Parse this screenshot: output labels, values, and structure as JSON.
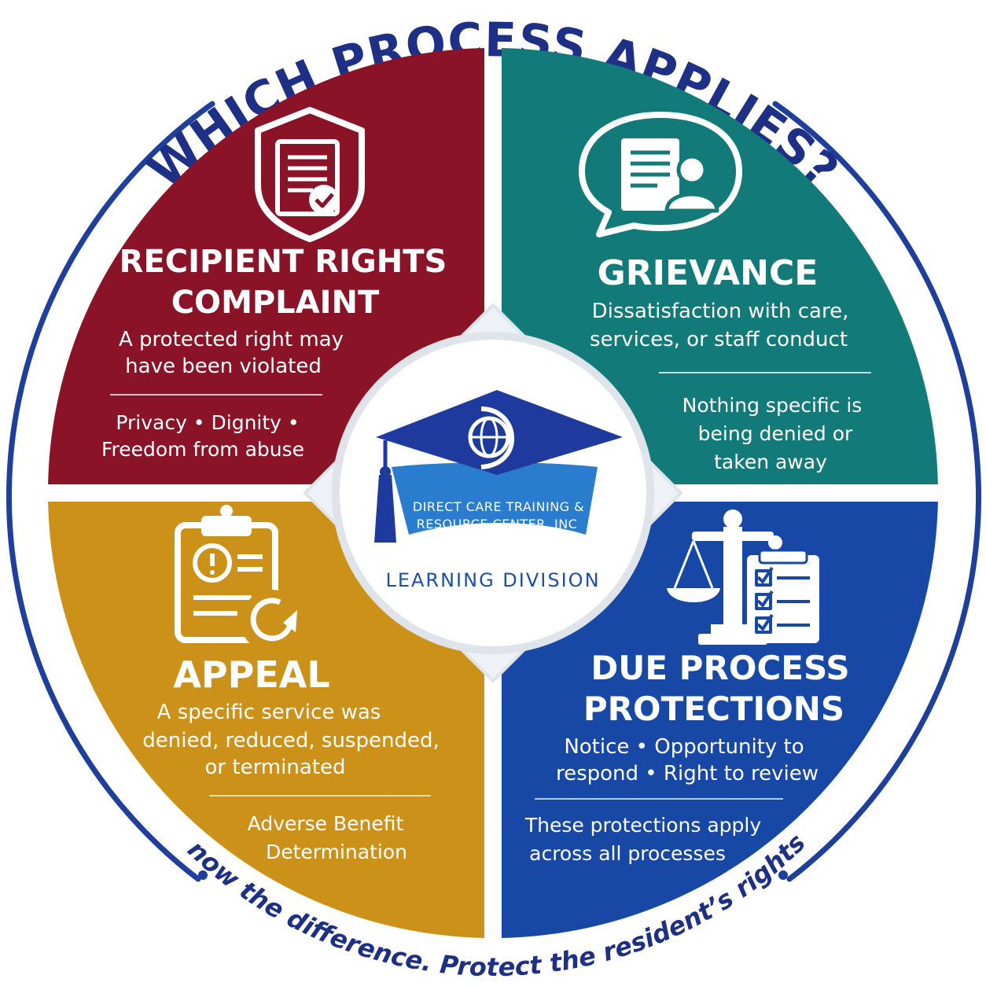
{
  "header": {
    "title": "WHICH PROCESS APPLIES?"
  },
  "footer": {
    "tagline": "Know the difference. Protect the resident’s rights."
  },
  "colors": {
    "ring": "#1f3f9c",
    "title": "#1e2f86",
    "rights": "#8a1328",
    "grievance": "#127a78",
    "appeal": "#cc9118",
    "due_process": "#1848a6",
    "hub_border": "#dfe4ea",
    "logo_cap": "#1f3a9e",
    "logo_book": "#2a7ccf"
  },
  "quadrants": {
    "rights": {
      "icon": "shield-document-check-icon",
      "title_lines": [
        "RECIPIENT RIGHTS",
        "COMPLAINT"
      ],
      "desc_lines": [
        "A protected right may",
        "have been violated"
      ],
      "note_lines": [
        "Privacy • Dignity •",
        "Freedom from abuse"
      ]
    },
    "grievance": {
      "icon": "chat-bubble-document-person-icon",
      "title_lines": [
        "GRIEVANCE"
      ],
      "desc_lines": [
        "Dissatisfaction with care,",
        "services, or staff conduct"
      ],
      "note_lines": [
        "Nothing specific is",
        "being denied or",
        "taken away"
      ]
    },
    "appeal": {
      "icon": "clipboard-alert-refresh-icon",
      "title_lines": [
        "APPEAL"
      ],
      "desc_lines": [
        "A specific service was",
        "denied, reduced, suspended,",
        "or terminated"
      ],
      "note_lines": [
        "Adverse Benefit",
        "Determination"
      ]
    },
    "due_process": {
      "icon": "scales-checklist-icon",
      "title_lines": [
        "DUE PROCESS",
        "PROTECTIONS"
      ],
      "desc_lines": [
        "Notice • Opportunity to",
        "respond • Right to review"
      ],
      "note_lines": [
        "These protections apply",
        "across all processes"
      ]
    }
  },
  "center": {
    "logo_icon": "graduation-cap-globe-icon",
    "org_lines": [
      "DIRECT CARE TRAINING &",
      "RESOURCE CENTER, INC"
    ],
    "division": "LEARNING DIVISION"
  }
}
